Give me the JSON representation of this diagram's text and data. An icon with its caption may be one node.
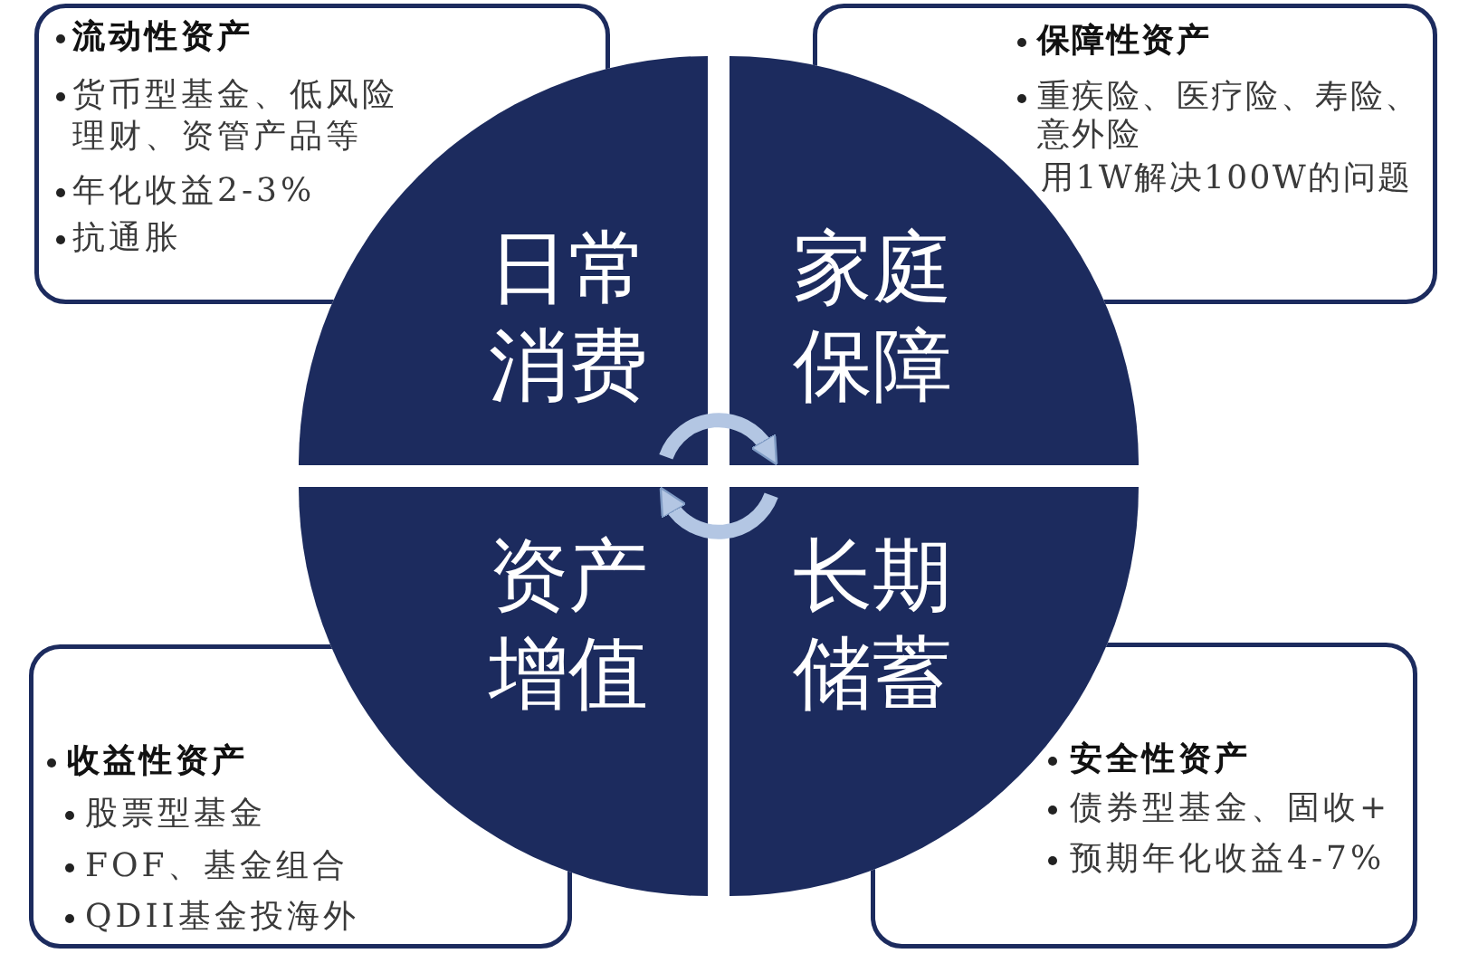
{
  "diagram": {
    "nodes": [
      {
        "text": [
          "流动性资产",
          "货币型基金、低风险理财、资管产品等",
          "年化收益2-3%",
          "抗通胀"
        ]
      },
      {
        "text": [
          "保障性资产",
          "重疾险、医疗险、寿险、意外险",
          "用1W解决100W的问题"
        ]
      },
      {
        "text": [
          "日常消费"
        ]
      },
      {
        "text": [
          "家庭保障"
        ]
      },
      {
        "text": [
          "资产增值"
        ]
      },
      {
        "text": [
          "长期储蓄"
        ]
      },
      {
        "text": [
          "收益性资产",
          "股票型基金",
          "FOF、基金组合",
          "QDII基金投海外"
        ]
      },
      {
        "text": [
          "安全性资产",
          "债券型基金、固收+",
          "预期年化收益4-7%"
        ]
      }
    ],
    "edges": [
      {
        "from": 2,
        "to": 3,
        "arrow": "to"
      },
      {
        "from": 5,
        "to": 4,
        "arrow": "to"
      }
    ]
  }
}
